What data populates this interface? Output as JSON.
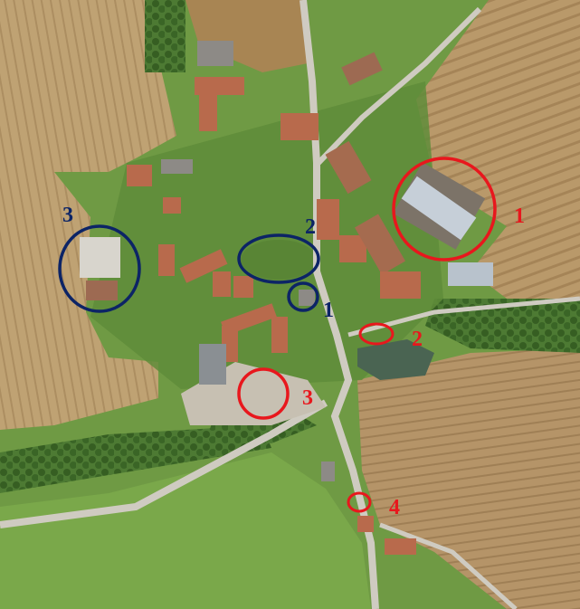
{
  "colors": {
    "red_marker": "#e8171d",
    "blue_marker": "#0c2466",
    "field_tan": "#b89a66",
    "field_tan_dark": "#a8875a",
    "meadow_green": "#6f9a44",
    "dark_green": "#3f6a2a",
    "road": "#cfcbc1",
    "roof": "#b86a4c",
    "roof_grey": "#8d8a86",
    "water": "#4f6a5a"
  },
  "markers": {
    "red": [
      {
        "label": "1",
        "shape": "large-circle"
      },
      {
        "label": "2",
        "shape": "small-ellipse"
      },
      {
        "label": "3",
        "shape": "medium-circle"
      },
      {
        "label": "4",
        "shape": "small-ellipse"
      }
    ],
    "blue": [
      {
        "label": "1",
        "shape": "small-ellipse"
      },
      {
        "label": "2",
        "shape": "wide-ellipse"
      },
      {
        "label": "3",
        "shape": "large-ellipse"
      }
    ]
  }
}
